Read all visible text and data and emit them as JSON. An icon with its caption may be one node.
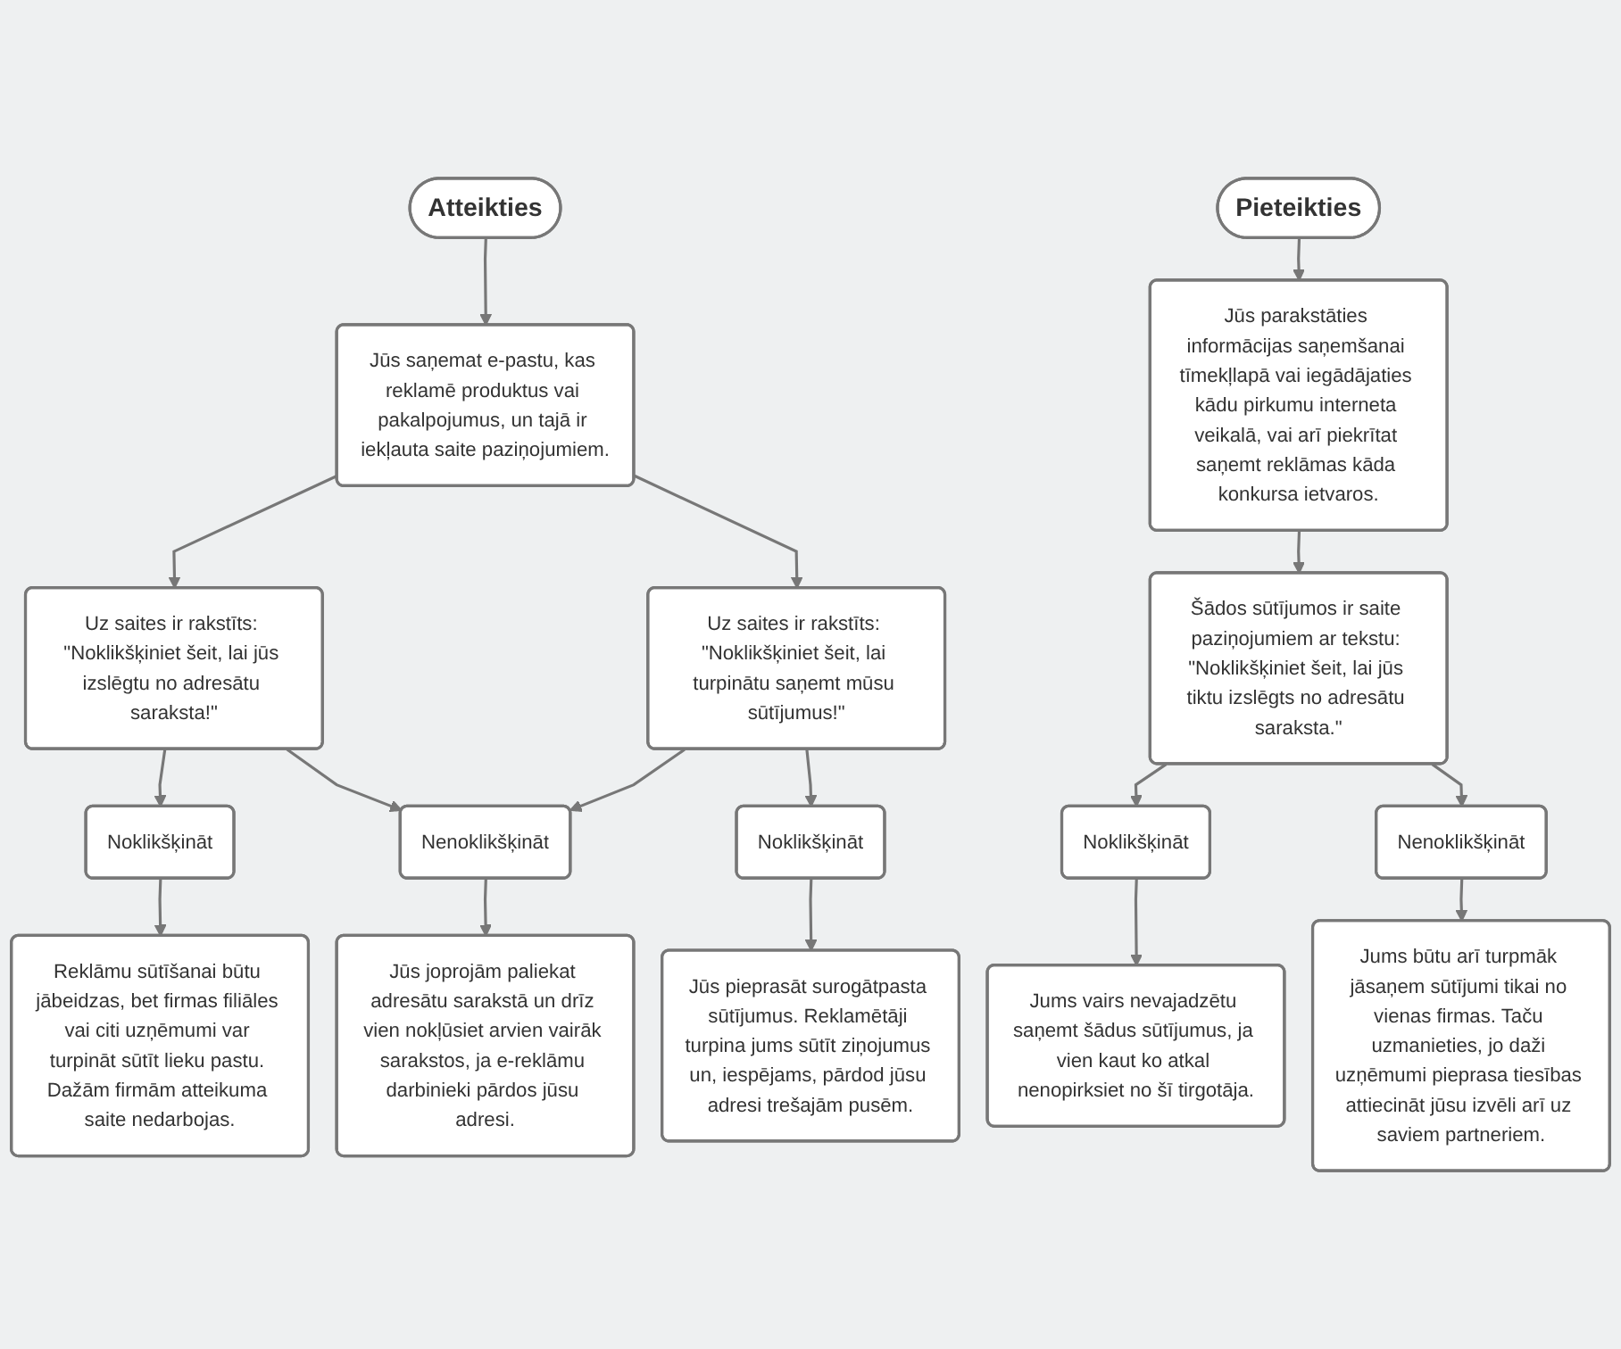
{
  "diagram": {
    "nodes": [
      {
        "text": [
          "Atteikties"
        ]
      },
      {
        "text": [
          "Jūs saņemat e-pastu, kas reklamē produktus vai pakalpojumus, un tajā ir iekļauta saite paziņojumiem."
        ]
      },
      {
        "text": [
          "Uz saites ir rakstīts: \"Noklikšķiniet šeit, lai jūs izslēgtu no adresātu saraksta!\""
        ]
      },
      {
        "text": [
          "Uz saites ir rakstīts: \"Noklikšķiniet šeit, lai turpinātu saņemt mūsu sūtījumus!\""
        ]
      },
      {
        "text": [
          "Noklikšķināt"
        ]
      },
      {
        "text": [
          "Nenoklikšķināt"
        ]
      },
      {
        "text": [
          "Noklikšķināt"
        ]
      },
      {
        "text": [
          "Reklāmu sūtīšanai būtu jābeidzas, bet firmas filiāles vai citi uzņēmumi var turpināt sūtīt lieku pastu. Dažām firmām atteikuma saite nedarbojas."
        ]
      },
      {
        "text": [
          "Jūs joprojām paliekat adresātu sarakstā un drīz vien nokļūsiet arvien vairāk sarakstos, ja e-reklāmu darbinieki pārdos jūsu adresi."
        ]
      },
      {
        "text": [
          "Jūs pieprasāt surogātpasta sūtījumus. Reklamētāji turpina jums sūtīt ziņojumus un, iespējams, pārdod jūsu adresi trešajām pusēm."
        ]
      },
      {
        "text": [
          "Pieteikties"
        ]
      },
      {
        "text": [
          "Jūs parakstāties informācijas saņemšanai tīmekļlapā vai iegādājaties kādu pirkumu interneta veikalā, vai arī piekrītat saņemt reklāmas kāda konkursa ietvaros."
        ]
      },
      {
        "text": [
          "Šādos sūtījumos ir saite paziņojumiem ar tekstu: \"Noklikšķiniet šeit, lai jūs tiktu izslēgts no adresātu saraksta.\""
        ]
      },
      {
        "text": [
          "Noklikšķināt"
        ]
      },
      {
        "text": [
          "Nenoklikšķināt"
        ]
      },
      {
        "text": [
          "Jums vairs nevajadzētu saņemt šādus sūtījumus, ja vien kaut ko atkal nenopirksiet no šī tirgotāja."
        ]
      },
      {
        "text": [
          "Jums būtu arī turpmāk jāsaņem sūtījumi tikai no vienas firmas. Taču uzmanieties, jo daži uzņēmumi pieprasa tiesības attiecināt jūsu izvēli arī uz saviem partneriem."
        ]
      }
    ],
    "edges": [
      {
        "from": 0,
        "to": 1,
        "arrow": "to"
      },
      {
        "from": 1,
        "to": 2,
        "arrow": "to"
      },
      {
        "from": 1,
        "to": 3,
        "arrow": "to"
      },
      {
        "from": 2,
        "to": 4,
        "arrow": "to"
      },
      {
        "from": 2,
        "to": 5,
        "arrow": "to"
      },
      {
        "from": 3,
        "to": 5,
        "arrow": "to"
      },
      {
        "from": 3,
        "to": 6,
        "arrow": "to"
      },
      {
        "from": 4,
        "to": 7,
        "arrow": "to"
      },
      {
        "from": 5,
        "to": 8,
        "arrow": "to"
      },
      {
        "from": 6,
        "to": 9,
        "arrow": "to"
      },
      {
        "from": 10,
        "to": 11,
        "arrow": "to"
      },
      {
        "from": 11,
        "to": 12,
        "arrow": "to"
      },
      {
        "from": 12,
        "to": 13,
        "arrow": "to"
      },
      {
        "from": 12,
        "to": 14,
        "arrow": "to"
      },
      {
        "from": 13,
        "to": 15,
        "arrow": "to"
      },
      {
        "from": 14,
        "to": 16,
        "arrow": "to"
      }
    ]
  }
}
